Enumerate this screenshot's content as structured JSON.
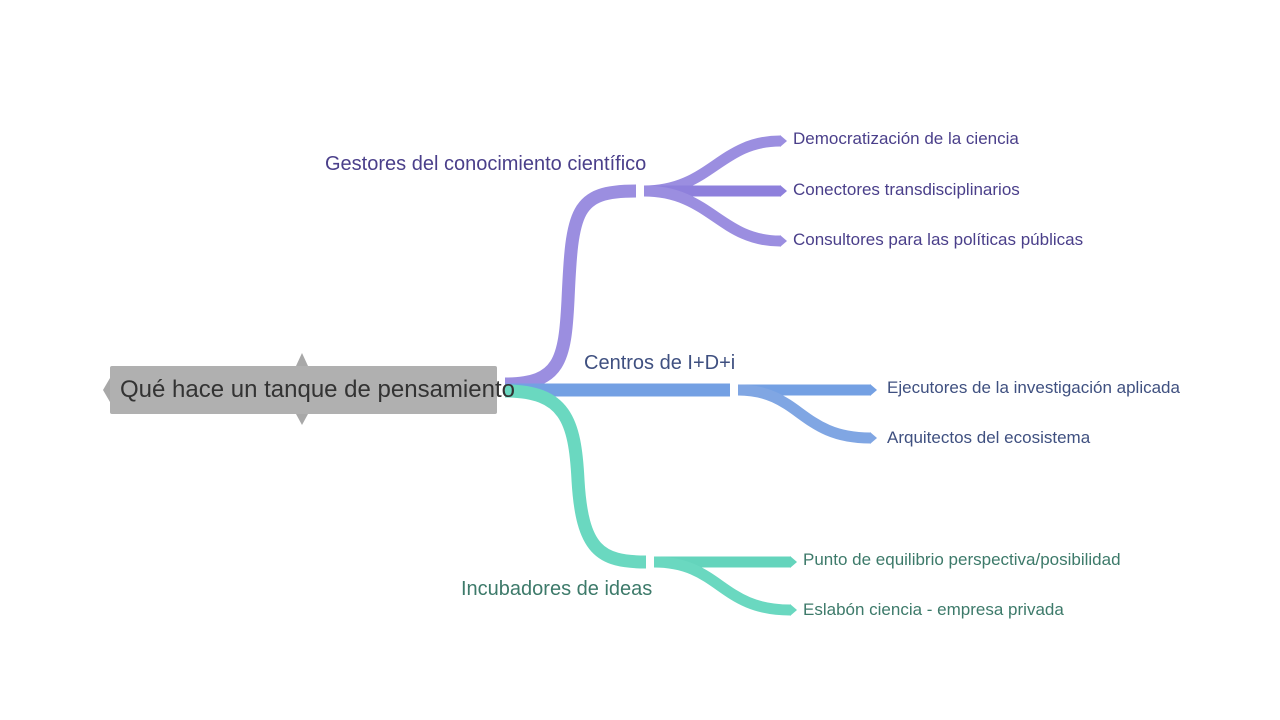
{
  "root": {
    "label": "Qué hace un tanque de pensamiento"
  },
  "branches": [
    {
      "label": "Gestores del conocimiento científico",
      "color": "#9b8ee0",
      "children": [
        "Democratización de la ciencia",
        "Conectores transdisciplinarios",
        "Consultores para las políticas públicas"
      ]
    },
    {
      "label": "Centros de I+D+i",
      "color": "#7aa0e0",
      "children": [
        "Ejecutores de la investigación aplicada",
        "Arquitectos del ecosistema"
      ]
    },
    {
      "label": "Incubadores de ideas",
      "color": "#6ad8c0",
      "children": [
        "Punto de equilibrio perspectiva/posibilidad",
        "Eslabón ciencia - empresa privada"
      ]
    }
  ]
}
